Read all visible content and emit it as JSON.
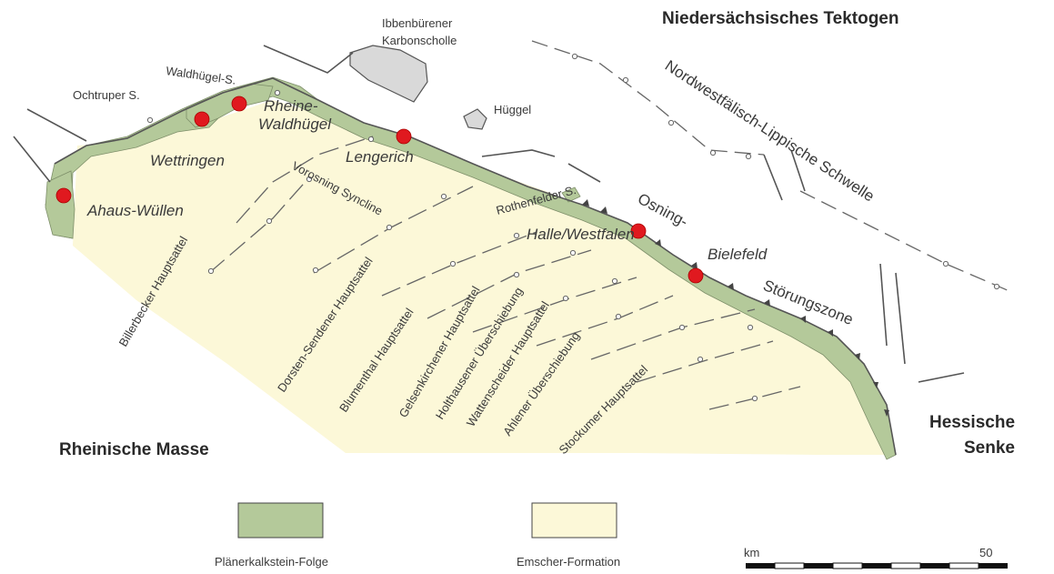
{
  "regions": {
    "north": "Niedersächsisches Tektogen",
    "swelle": "Nordwestfälisch-Lippische Schwelle",
    "west": "Rheinische Masse",
    "east_line1": "Hessische",
    "east_line2": "Senke"
  },
  "features": {
    "ibbenbueren_line1": "Ibbenbürener",
    "ibbenbueren_line2": "Karbonscholle",
    "hueggel": "Hüggel",
    "waldhuegel_s": "Waldhügel-S.",
    "ochtruper_s": "Ochtruper S.",
    "rothenfelder_s": "Rothenfelder S.",
    "osning_zone_1": "Osning-",
    "osning_zone_2": "Störungszone"
  },
  "places": {
    "rheine_line1": "Rheine-",
    "rheine_line2": "Waldhügel",
    "wettringen": "Wettringen",
    "lengerich": "Lengerich",
    "ahaus": "Ahaus-Wüllen",
    "halle": "Halle/Westfalen",
    "bielefeld": "Bielefeld"
  },
  "structures": {
    "vorosning": "Vorosning Syncline",
    "billerbecker": "Billerbecker Hauptsattel",
    "dorsten": "Dorsten-Sendener Hauptsattel",
    "blumenthal": "Blumenthal Hauptsattel",
    "gelsenkirchener": "Gelsenkirchener Hauptsattel",
    "holthausener": "Holthausener Überschiebung",
    "wattenscheider": "Wattenscheider Hauptsattel",
    "ahlener": "Ahlener Überschiebung",
    "stockumer": "Stockumer Hauptsattel"
  },
  "legend": {
    "item1": {
      "label": "Plänerkalkstein-Folge",
      "color": "#b4c99a"
    },
    "item2": {
      "label": "Emscher-Formation",
      "color": "#fcf8d8"
    }
  },
  "scale": {
    "unit": "km",
    "value": "50"
  },
  "colors": {
    "city": "#e0191f",
    "plaener": "#b4c99a",
    "emscher": "#fcf8d8",
    "karbon": "#d9d9d9"
  }
}
